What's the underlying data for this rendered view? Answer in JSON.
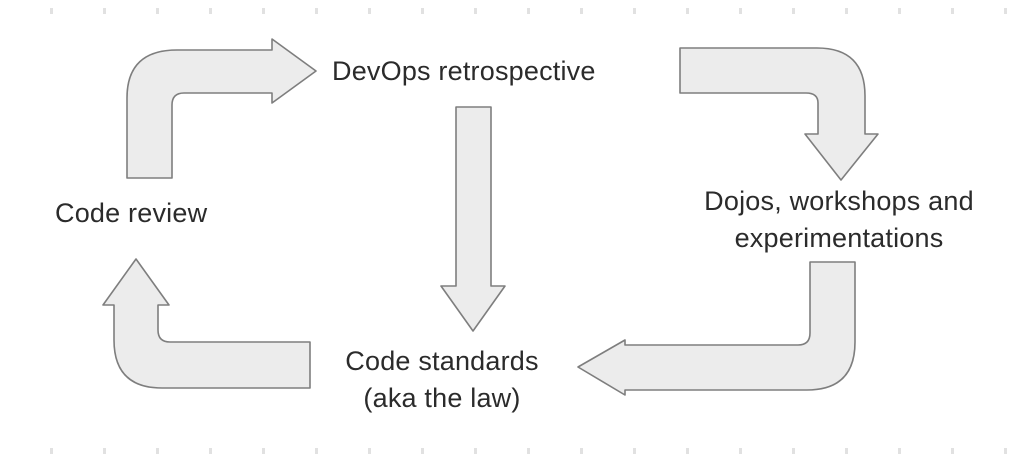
{
  "nodes": {
    "devops_retrospective": {
      "label": "DevOps retrospective"
    },
    "code_review": {
      "label": "Code review"
    },
    "dojos": {
      "line1": "Dojos, workshops and",
      "line2": "experimentations"
    },
    "code_standards": {
      "line1": "Code standards",
      "line2": "(aka the law)"
    }
  },
  "arrows": [
    {
      "name": "arrow-code-review-to-devops-retrospective",
      "direction": "up-then-right"
    },
    {
      "name": "arrow-devops-retrospective-to-code-standards",
      "direction": "down"
    },
    {
      "name": "arrow-devops-retrospective-to-dojos",
      "direction": "right-then-down"
    },
    {
      "name": "arrow-dojos-to-code-standards",
      "direction": "down-then-left"
    },
    {
      "name": "arrow-code-standards-to-code-review",
      "direction": "left-then-up"
    }
  ],
  "colors": {
    "arrow_fill": "#ececec",
    "arrow_stroke": "#7e7e7e",
    "text": "#2b2b2b",
    "background": "#ffffff"
  }
}
